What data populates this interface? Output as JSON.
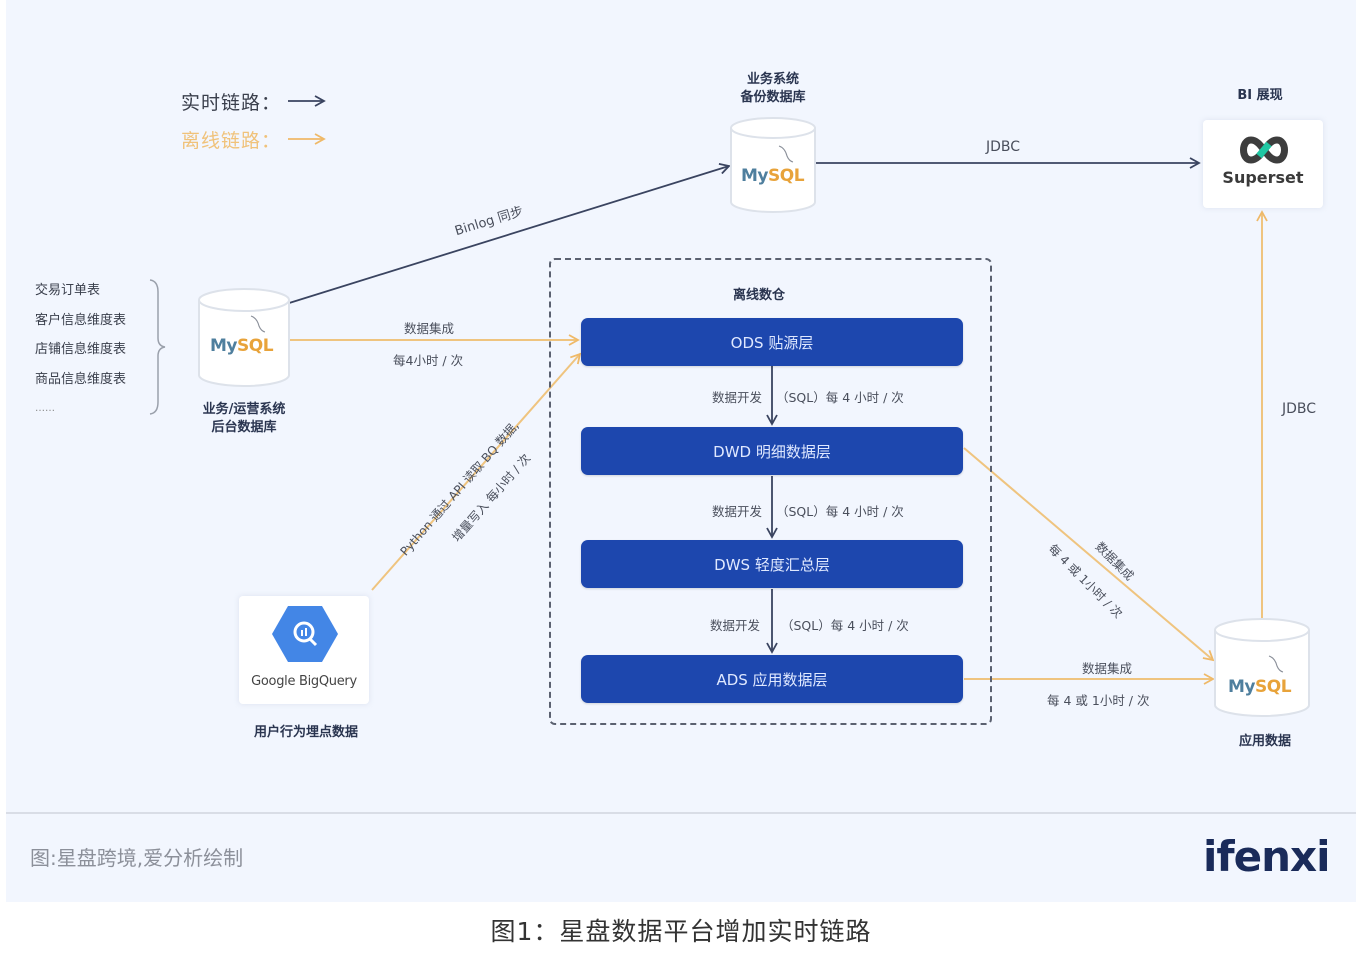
{
  "legend": {
    "realtime_label": "实时链路：",
    "offline_label": "离线链路：",
    "realtime_color": "#3a4460",
    "offline_color": "#f0c27a"
  },
  "nodes": {
    "backup_db": {
      "title_line1": "业务系统",
      "title_line2": "备份数据库",
      "logo_my": "My",
      "logo_sql": "SQL"
    },
    "bi": {
      "title": "BI 展现",
      "logo_text": "Superset"
    },
    "source_db": {
      "title_line1": "业务/运营系统",
      "title_line2": "后台数据库",
      "logo_my": "My",
      "logo_sql": "SQL"
    },
    "bigquery": {
      "logo_text": "Google BigQuery",
      "title": "用户行为埋点数据"
    },
    "app_db": {
      "title": "应用数据",
      "logo_my": "My",
      "logo_sql": "SQL"
    }
  },
  "source_tables": [
    "交易订单表",
    "客户信息维度表",
    "店铺信息维度表",
    "商品信息维度表",
    "……"
  ],
  "warehouse": {
    "title": "离线数仓",
    "layers": [
      {
        "label": "ODS 贴源层"
      },
      {
        "label": "DWD 明细数据层"
      },
      {
        "label": "DWS 轻度汇总层"
      },
      {
        "label": "ADS 应用数据层"
      }
    ],
    "transitions": [
      {
        "left": "数据开发",
        "right": "（SQL）每 4 小时 / 次"
      },
      {
        "left": "数据开发",
        "right": "（SQL）每 4 小时 / 次"
      },
      {
        "left": "数据开发",
        "right": "（SQL）每 4 小时 / 次"
      }
    ],
    "layer_color": "#1d47ae"
  },
  "edges": {
    "binlog": "Binlog 同步",
    "jdbc_top": "JDBC",
    "jdbc_right": "JDBC",
    "integration_top": "数据集成",
    "integration_bottom": "每4小时 / 次",
    "python_line1": "Python 通过 API 读取 BQ 数据,",
    "python_line2": "增量写入 每小时 / 次",
    "dwd_app_line1": "数据集成",
    "dwd_app_line2": "每 4 或 1小时 / 次",
    "ads_app_top": "数据集成",
    "ads_app_bottom": "每 4 或 1小时 / 次"
  },
  "footer": {
    "source": "图:星盘跨境,爱分析绘制",
    "brand": "ifenxi"
  },
  "caption": "图1：星盘数据平台增加实时链路"
}
